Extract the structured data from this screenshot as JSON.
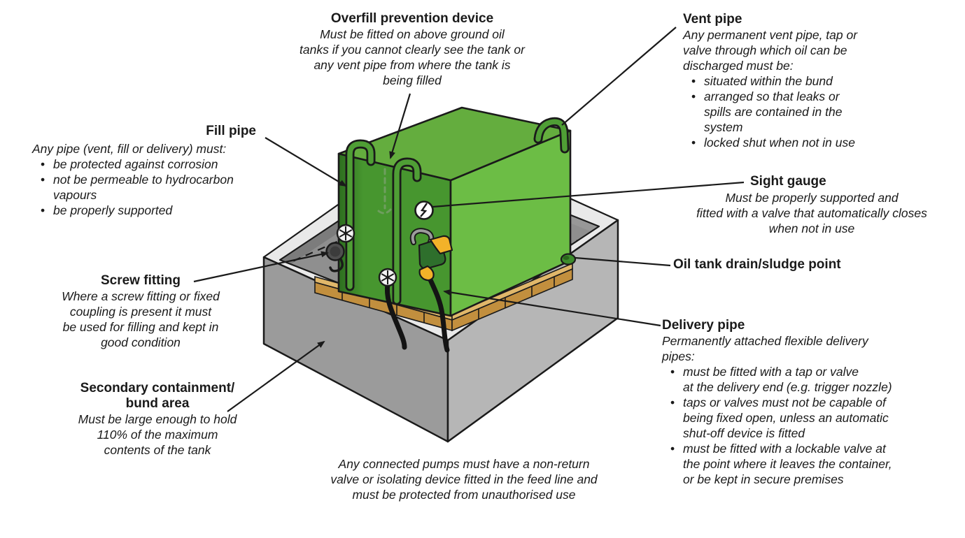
{
  "background": "#ffffff",
  "labels": {
    "overfill": {
      "title": "Overfill prevention device",
      "body": "Must be fitted on above ground oil\ntanks if you cannot clearly see the tank or\nany vent pipe from where the tank is\nbeing filled"
    },
    "vent": {
      "title": "Vent pipe",
      "body": "Any permanent vent pipe, tap or\nvalve through which oil can be\ndischarged must be:",
      "bullets": [
        "situated within the bund",
        "arranged so that leaks or\nspills are contained in the\nsystem",
        "locked shut when not in use"
      ]
    },
    "fill": {
      "title": "Fill pipe",
      "body": "Any pipe (vent, fill or delivery) must:",
      "bullets": [
        "be protected against corrosion",
        "not be permeable to hydrocarbon\nvapours",
        "be properly supported"
      ]
    },
    "screw": {
      "title": "Screw fitting",
      "body": "Where a screw fitting or fixed\ncoupling is present it must\nbe used for filling and kept in\ngood condition"
    },
    "secondary": {
      "title": "Secondary containment/\nbund area",
      "body": "Must be large enough to hold\n110% of the maximum\ncontents of the tank"
    },
    "sight": {
      "title": "Sight gauge",
      "body": "Must be properly supported and\nfitted with a valve that automatically closes\nwhen not in use"
    },
    "drain": {
      "title": "Oil tank drain/sludge point"
    },
    "delivery": {
      "title": "Delivery pipe",
      "body": "Permanently attached flexible delivery\npipes:",
      "bullets": [
        "must be fitted with a tap or valve\nat the delivery end (e.g. trigger nozzle)",
        "taps or valves must not be capable of\nbeing fixed open, unless an automatic\nshut-off device is fitted",
        "must be fitted with a lockable valve at\nthe point where it leaves the container,\nor be kept in secure premises"
      ]
    },
    "pumps_note": "Any connected pumps must have a non-return\nvalve or isolating device fitted in the feed line and\nmust be protected from unauthorised use"
  },
  "colors": {
    "text": "#1a1a1a",
    "outline": "#1a1a1a",
    "tank_top": "#64ad3e",
    "tank_left": "#47962f",
    "tank_left_shadow": "#2d6e1f",
    "tank_right": "#6cbd45",
    "pipe_green": "#4f9e35",
    "bund_wall_left": "#9b9b9b",
    "bund_wall_right": "#b6b6b6",
    "bund_rim": "#e9e9e9",
    "bund_interior": "#8f8f8f",
    "pallet_top": "#e0b76a",
    "pallet_front": "#c28f3e",
    "nozzle_yellow": "#f3b229",
    "nozzle_green": "#2e6f2c",
    "hose_black": "#141414",
    "gauge_face": "#ffffff"
  }
}
